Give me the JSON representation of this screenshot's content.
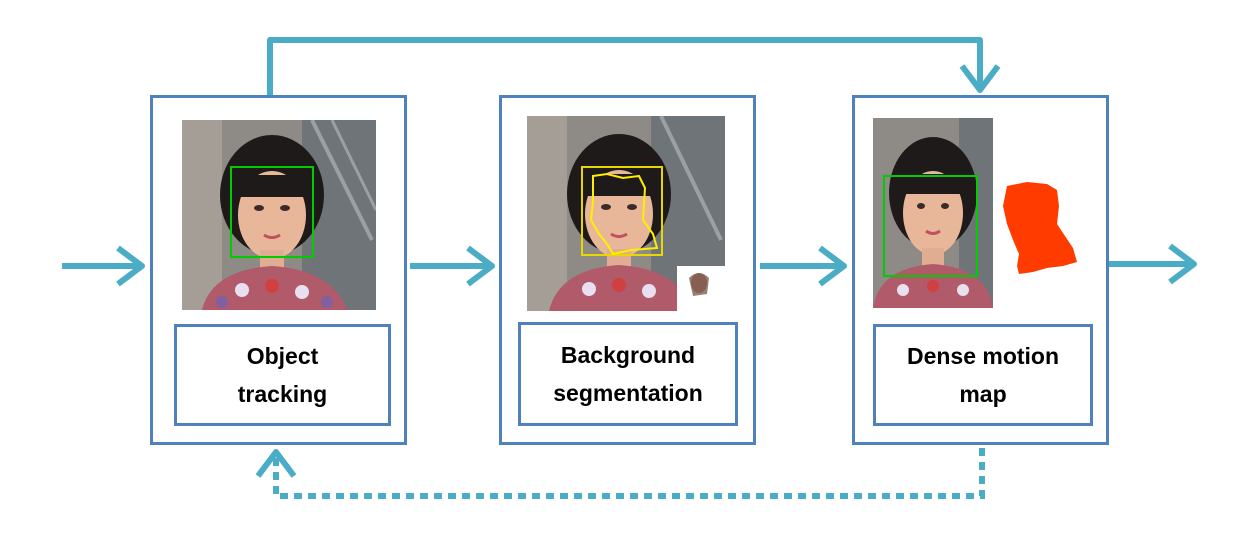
{
  "stages": [
    {
      "line1": "Object",
      "line2": "tracking"
    },
    {
      "line1": "Background",
      "line2": "segmentation"
    },
    {
      "line1": "Dense motion",
      "line2": "map"
    }
  ],
  "colors": {
    "arrow": "#4bacc6",
    "box_border": "#4f81bd",
    "tracking_box": "#00cc00",
    "segmentation_outline": "#ffee00",
    "motion_region": "#ff3b00"
  }
}
